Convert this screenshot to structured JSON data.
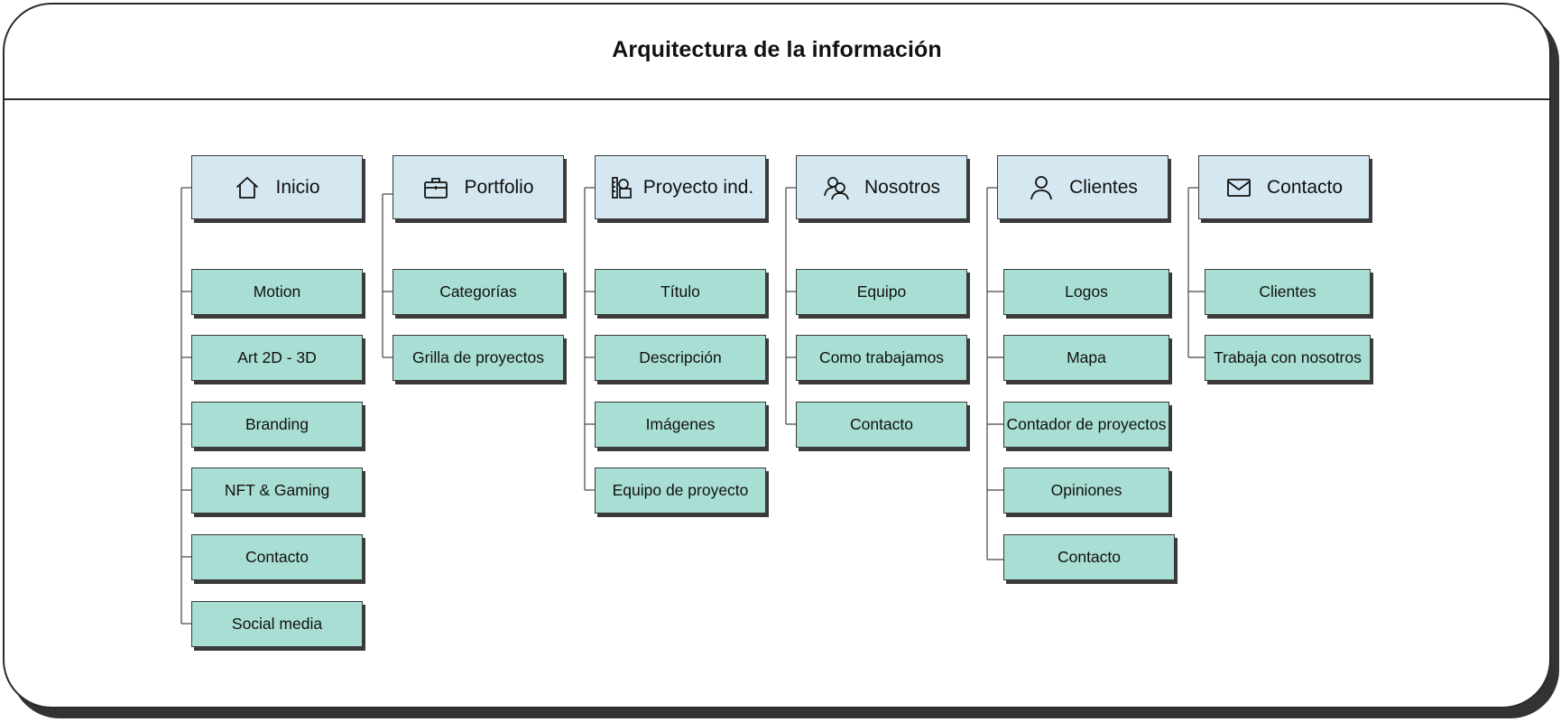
{
  "title": "Arquitectura de la información",
  "sections": [
    {
      "label": "Inicio",
      "icon": "home-icon",
      "items": [
        "Motion",
        "Art 2D - 3D",
        "Branding",
        "NFT & Gaming",
        "Contacto",
        "Social media"
      ]
    },
    {
      "label": "Portfolio",
      "icon": "briefcase-icon",
      "items": [
        "Categorías",
        "Grilla de proyectos"
      ]
    },
    {
      "label": "Proyecto ind.",
      "icon": "design-tools-icon",
      "items": [
        "Título",
        "Descripción",
        "Imágenes",
        "Equipo de proyecto"
      ]
    },
    {
      "label": "Nosotros",
      "icon": "users-icon",
      "items": [
        "Equipo",
        "Como trabajamos",
        "Contacto"
      ]
    },
    {
      "label": "Clientes",
      "icon": "user-icon",
      "items": [
        "Logos",
        "Mapa",
        "Contador de proyectos",
        "Opiniones",
        "Contacto"
      ]
    },
    {
      "label": "Contacto",
      "icon": "mail-icon",
      "items": [
        "Clientes",
        "Trabaja con nosotros"
      ]
    }
  ],
  "colors": {
    "header_fill": "#d5e8f1",
    "item_fill": "#a8ded3",
    "border": "#3a3a3a"
  }
}
